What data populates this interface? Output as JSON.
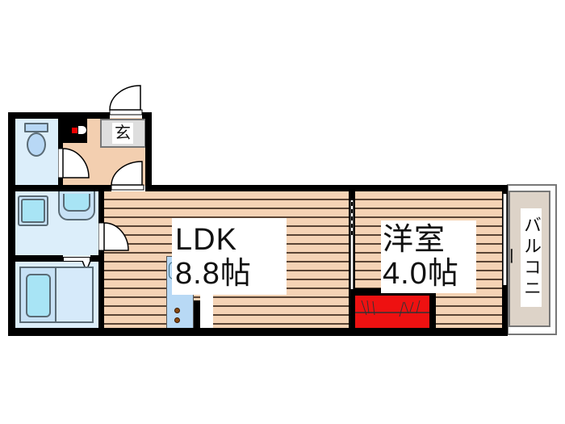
{
  "floorplan": {
    "rooms": [
      {
        "id": "ldk",
        "name": "LDK",
        "size": "8.8帖"
      },
      {
        "id": "western",
        "name": "洋室",
        "size": "4.0帖"
      },
      {
        "id": "entrance",
        "name": "玄"
      },
      {
        "id": "balcony",
        "name": "バルコニー"
      }
    ],
    "colors": {
      "wall": "#000000",
      "wood_floor": "#f5d3b5",
      "wet_area": "#dceefa",
      "entry_floor": "#f3cfb0",
      "closet": "#ee1111",
      "fixture": "#a8e4f5",
      "balcony": "#ddd3c8"
    }
  }
}
